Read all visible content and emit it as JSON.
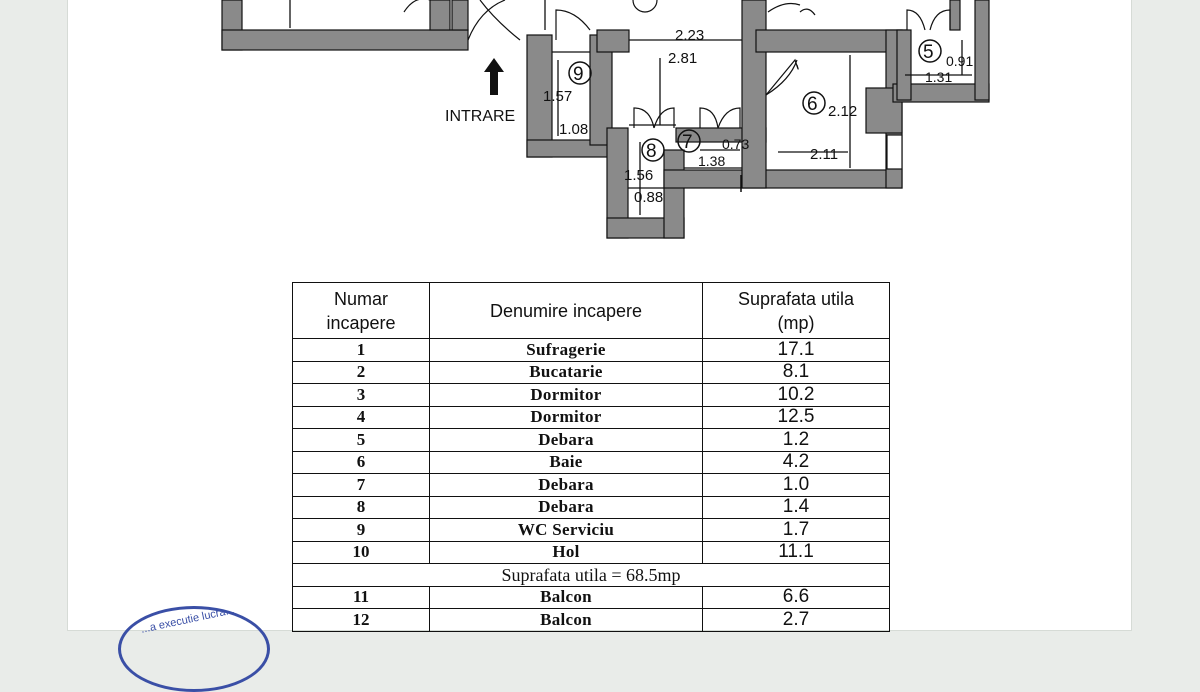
{
  "plan": {
    "entrance_label": "INTRARE",
    "room_markers": [
      "5",
      "6",
      "7",
      "8",
      "9"
    ],
    "dimensions": [
      "2.23",
      "2.81",
      "0.91",
      "1.31",
      "1.57",
      "1.08",
      "2.12",
      "2.11",
      "0.73",
      "1.38",
      "1.56",
      "0.88"
    ]
  },
  "table": {
    "headers": {
      "number": [
        "Numar",
        "incapere"
      ],
      "name": "Denumire incapere",
      "area": [
        "Suprafata utila",
        "(mp)"
      ]
    },
    "rows": [
      {
        "num": "1",
        "name": "Sufragerie",
        "area": "17.1"
      },
      {
        "num": "2",
        "name": "Bucatarie",
        "area": "8.1"
      },
      {
        "num": "3",
        "name": "Dormitor",
        "area": "10.2"
      },
      {
        "num": "4",
        "name": "Dormitor",
        "area": "12.5"
      },
      {
        "num": "5",
        "name": "Debara",
        "area": "1.2"
      },
      {
        "num": "6",
        "name": "Baie",
        "area": "4.2"
      },
      {
        "num": "7",
        "name": "Debara",
        "area": "1.0"
      },
      {
        "num": "8",
        "name": "Debara",
        "area": "1.4"
      },
      {
        "num": "9",
        "name": "WC  Serviciu",
        "area": "1.7"
      },
      {
        "num": "10",
        "name": "Hol",
        "area": "11.1"
      }
    ],
    "total_label": "Suprafata utila = 68.5mp",
    "balcony_rows": [
      {
        "num": "11",
        "name": "Balcon",
        "area": "6.6"
      },
      {
        "num": "12",
        "name": "Balcon",
        "area": "2.7"
      }
    ]
  },
  "stamp": {
    "text": "...a executie lucra..."
  },
  "colors": {
    "wall": "#8a8a8a",
    "line": "#111111",
    "stamp": "#3a4fa6"
  }
}
